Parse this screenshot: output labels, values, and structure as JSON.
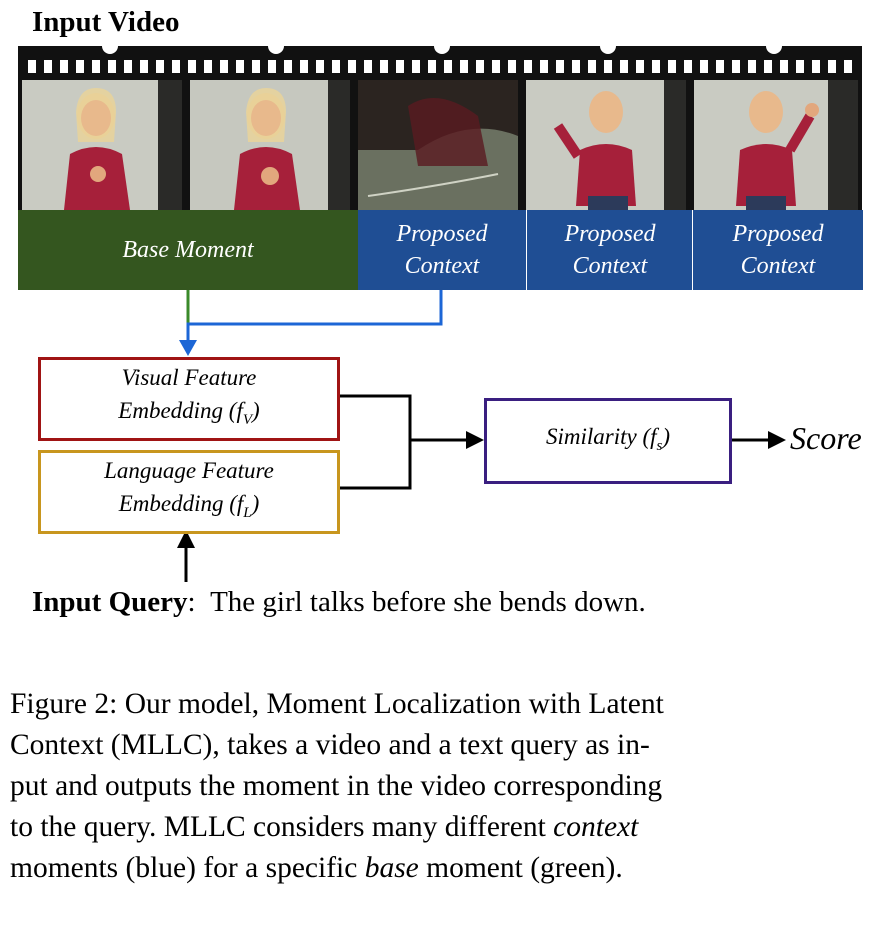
{
  "title": "Input Video",
  "segments": {
    "base": "Base Moment",
    "proposed": [
      {
        "line1": "Proposed",
        "line2": "Context"
      },
      {
        "line1": "Proposed",
        "line2": "Context"
      },
      {
        "line1": "Proposed",
        "line2": "Context"
      }
    ]
  },
  "boxes": {
    "visual": {
      "line1": "Visual Feature",
      "line2": "Embedding (f",
      "sub": "V",
      "close": ")"
    },
    "language": {
      "line1": "Language Feature",
      "line2": "Embedding (f",
      "sub": "L",
      "close": ")"
    },
    "similarity": {
      "text": "Similarity (f",
      "sub": "s",
      "close": ")"
    }
  },
  "score": "Score",
  "query": {
    "label": "Input Query",
    "sep": ":",
    "text": "The girl talks before she bends down."
  },
  "caption": {
    "lines": [
      "Figure 2: Our model, Moment Localization with Latent",
      "Context (MLLC), takes a video and a text query as in-",
      "put and outputs the moment in the video corresponding",
      "to the query. MLLC considers many different",
      "moments (blue) for a specific",
      "moment (green)."
    ],
    "em_context": "context",
    "em_base": "base"
  },
  "colors": {
    "green": "#34561f",
    "blue": "#1f4e94",
    "red_border": "#a01414",
    "gold_border": "#c8961e",
    "purple_border": "#3a1f80",
    "green_line": "#3a8a2a",
    "blue_line": "#1c66d6"
  }
}
